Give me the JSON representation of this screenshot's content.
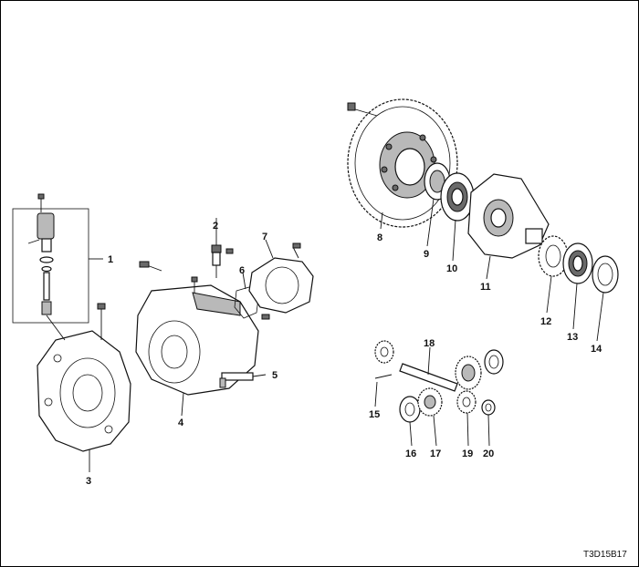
{
  "diagram": {
    "callouts": [
      "1",
      "2",
      "3",
      "4",
      "5",
      "6",
      "7",
      "8",
      "9",
      "10",
      "11",
      "12",
      "13",
      "14",
      "15",
      "16",
      "17",
      "18",
      "19",
      "20"
    ],
    "code": "T3D15B17"
  }
}
